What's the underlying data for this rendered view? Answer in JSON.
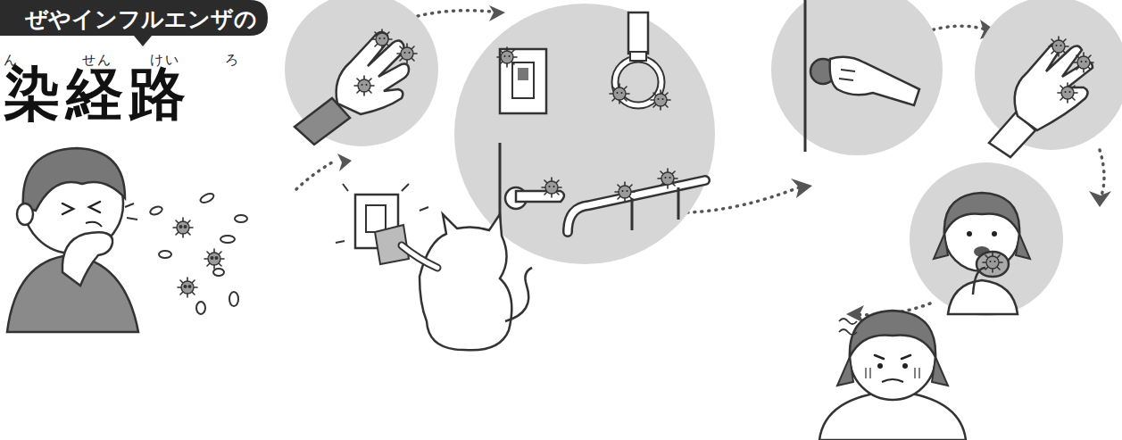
{
  "diagram": {
    "title": "染経路",
    "labels": [
      "ぜやインフルエンザの",
      "ん",
      "せん",
      "けい",
      "ろ"
    ]
  }
}
